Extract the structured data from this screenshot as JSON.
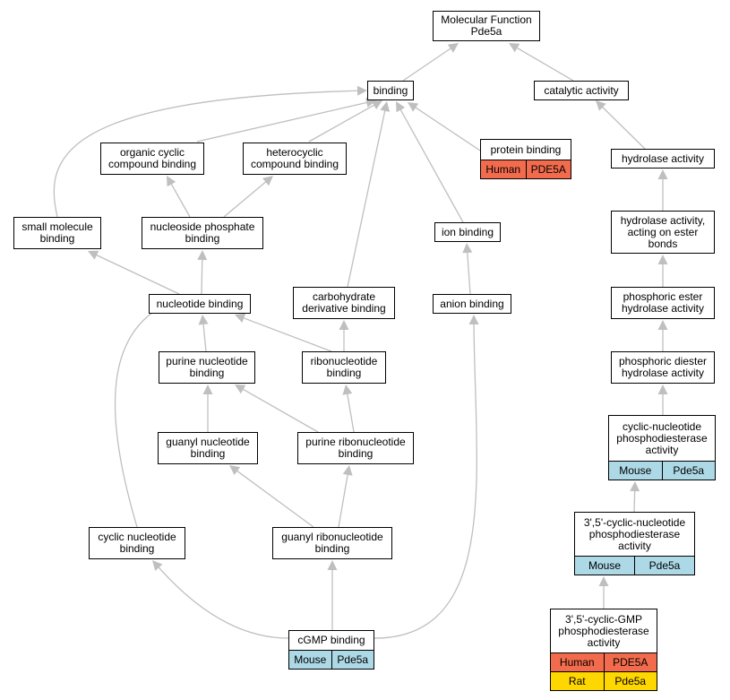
{
  "colors": {
    "human": "#f26b4d",
    "mouse": "#add8e6",
    "rat": "#ffd700",
    "edge": "#bfbfbf"
  },
  "nodes": [
    {
      "id": "mf",
      "label": "Molecular Function\nPde5a"
    },
    {
      "id": "binding",
      "label": "binding"
    },
    {
      "id": "catalytic",
      "label": "catalytic activity"
    },
    {
      "id": "ocb",
      "label": "organic cyclic\ncompound binding"
    },
    {
      "id": "hcb",
      "label": "heterocyclic\ncompound binding"
    },
    {
      "id": "protein",
      "label": "protein binding",
      "rows": [
        [
          {
            "text": "Human",
            "species": "human"
          },
          {
            "text": "PDE5A",
            "species": "human"
          }
        ]
      ]
    },
    {
      "id": "hydrolase",
      "label": "hydrolase activity"
    },
    {
      "id": "smb",
      "label": "small molecule\nbinding"
    },
    {
      "id": "npb",
      "label": "nucleoside phosphate\nbinding"
    },
    {
      "id": "ion",
      "label": "ion binding"
    },
    {
      "id": "hydro_ester",
      "label": "hydrolase activity,\nacting on ester\nbonds"
    },
    {
      "id": "nucleotide",
      "label": "nucleotide binding"
    },
    {
      "id": "carb",
      "label": "carbohydrate\nderivative binding"
    },
    {
      "id": "anion",
      "label": "anion binding"
    },
    {
      "id": "phos_ester",
      "label": "phosphoric ester\nhydrolase activity"
    },
    {
      "id": "purine_nt",
      "label": "purine nucleotide\nbinding"
    },
    {
      "id": "ribo",
      "label": "ribonucleotide\nbinding"
    },
    {
      "id": "phos_diester",
      "label": "phosphoric diester\nhydrolase activity"
    },
    {
      "id": "guanyl_nt",
      "label": "guanyl nucleotide\nbinding"
    },
    {
      "id": "purine_ribo",
      "label": "purine ribonucleotide\nbinding"
    },
    {
      "id": "cnp",
      "label": "cyclic-nucleotide\nphosphodiesterase\nactivity",
      "rows": [
        [
          {
            "text": "Mouse",
            "species": "mouse"
          },
          {
            "text": "Pde5a",
            "species": "mouse"
          }
        ]
      ]
    },
    {
      "id": "cyclic_nt",
      "label": "cyclic nucleotide\nbinding"
    },
    {
      "id": "guanyl_ribo",
      "label": "guanyl ribonucleotide\nbinding"
    },
    {
      "id": "cnp35",
      "label": "3',5'-cyclic-nucleotide\nphosphodiesterase\nactivity",
      "rows": [
        [
          {
            "text": "Mouse",
            "species": "mouse"
          },
          {
            "text": "Pde5a",
            "species": "mouse"
          }
        ]
      ]
    },
    {
      "id": "cgmp",
      "label": "cGMP binding",
      "rows": [
        [
          {
            "text": "Mouse",
            "species": "mouse"
          },
          {
            "text": "Pde5a",
            "species": "mouse"
          }
        ]
      ]
    },
    {
      "id": "cgmp_pde",
      "label": "3',5'-cyclic-GMP\nphosphodiesterase\nactivity",
      "rows": [
        [
          {
            "text": "Human",
            "species": "human"
          },
          {
            "text": "PDE5A",
            "species": "human"
          }
        ],
        [
          {
            "text": "Rat",
            "species": "rat"
          },
          {
            "text": "Pde5a",
            "species": "rat"
          }
        ]
      ]
    }
  ],
  "edges": [
    {
      "from": "binding",
      "to": "mf"
    },
    {
      "from": "catalytic",
      "to": "mf"
    },
    {
      "from": "ocb",
      "to": "binding"
    },
    {
      "from": "hcb",
      "to": "binding"
    },
    {
      "from": "protein",
      "to": "binding"
    },
    {
      "from": "smb",
      "to": "binding"
    },
    {
      "from": "carb",
      "to": "binding"
    },
    {
      "from": "ion",
      "to": "binding"
    },
    {
      "from": "hydrolase",
      "to": "catalytic"
    },
    {
      "from": "npb",
      "to": "ocb"
    },
    {
      "from": "npb",
      "to": "hcb"
    },
    {
      "from": "nucleotide",
      "to": "smb"
    },
    {
      "from": "nucleotide",
      "to": "npb"
    },
    {
      "from": "hydro_ester",
      "to": "hydrolase"
    },
    {
      "from": "anion",
      "to": "ion"
    },
    {
      "from": "phos_ester",
      "to": "hydro_ester"
    },
    {
      "from": "purine_nt",
      "to": "nucleotide"
    },
    {
      "from": "ribo",
      "to": "nucleotide"
    },
    {
      "from": "ribo",
      "to": "carb"
    },
    {
      "from": "phos_diester",
      "to": "phos_ester"
    },
    {
      "from": "guanyl_nt",
      "to": "purine_nt"
    },
    {
      "from": "purine_ribo",
      "to": "purine_nt"
    },
    {
      "from": "purine_ribo",
      "to": "ribo"
    },
    {
      "from": "cnp",
      "to": "phos_diester"
    },
    {
      "from": "cyclic_nt",
      "to": "nucleotide"
    },
    {
      "from": "guanyl_ribo",
      "to": "guanyl_nt"
    },
    {
      "from": "guanyl_ribo",
      "to": "purine_ribo"
    },
    {
      "from": "cnp35",
      "to": "cnp"
    },
    {
      "from": "cgmp",
      "to": "guanyl_ribo"
    },
    {
      "from": "cgmp",
      "to": "cyclic_nt"
    },
    {
      "from": "cgmp",
      "to": "anion"
    },
    {
      "from": "cgmp_pde",
      "to": "cnp35"
    }
  ]
}
